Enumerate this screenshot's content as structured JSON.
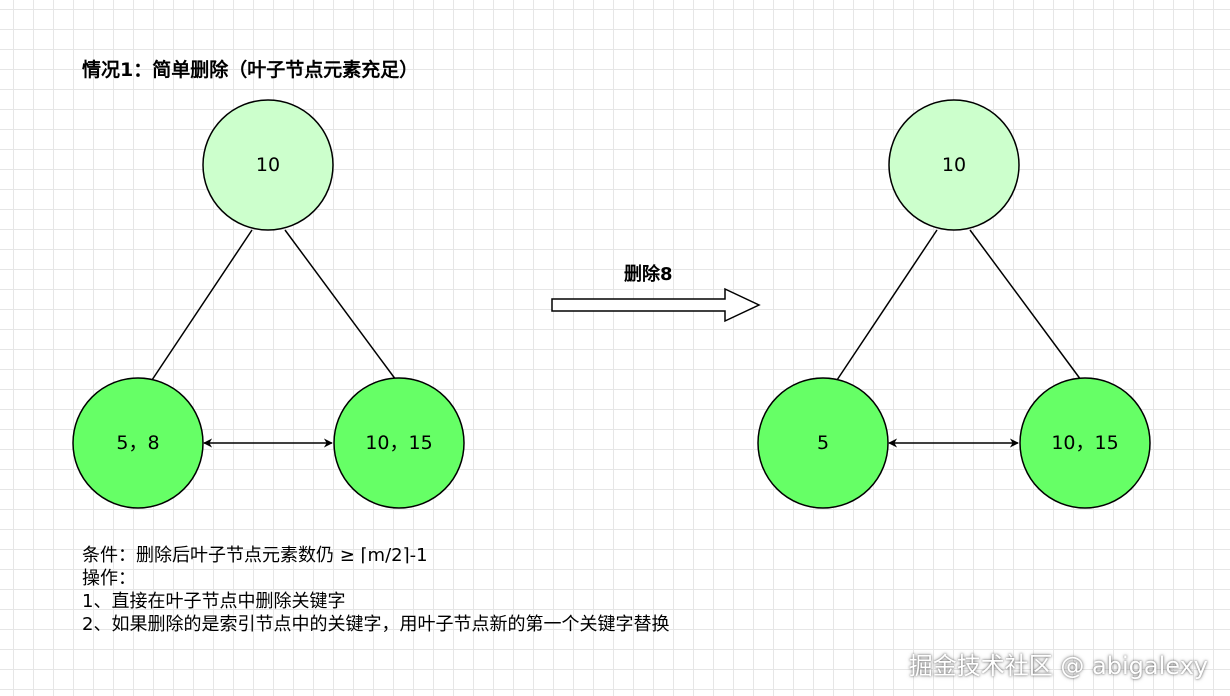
{
  "title": "情况1：简单删除（叶子节点元素充足）",
  "arrow_label": "删除8",
  "colors": {
    "root_fill": "#ccffcc",
    "leaf_fill": "#66ff66",
    "stroke": "#000000",
    "grid": "#e6e6e6"
  },
  "before_tree": {
    "root": "10",
    "left_leaf": "5，8",
    "right_leaf": "10，15"
  },
  "after_tree": {
    "root": "10",
    "left_leaf": "5",
    "right_leaf": "10，15"
  },
  "notes": {
    "condition": "条件：删除后叶子节点元素数仍 ≥ ⌈m/2⌉-1",
    "operation_heading": "操作：",
    "step1": "1、直接在叶子节点中删除关键字",
    "step2": "2、如果删除的是索引节点中的关键字，用叶子节点新的第一个关键字替换"
  },
  "watermark": "掘金技术社区 @ abigalexy"
}
